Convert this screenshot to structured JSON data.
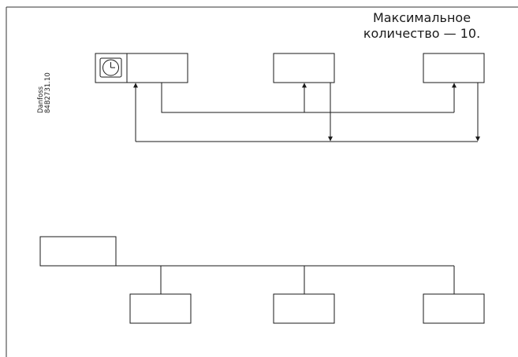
{
  "note": {
    "line1": "Максимальное",
    "line2": "количество — 10."
  },
  "side_code": {
    "brand": "Danfoss",
    "code": "84B2731.10"
  },
  "icons": {
    "clock": "clock-icon"
  },
  "colors": {
    "line": "#1a1a1a",
    "background": "#ffffff"
  }
}
